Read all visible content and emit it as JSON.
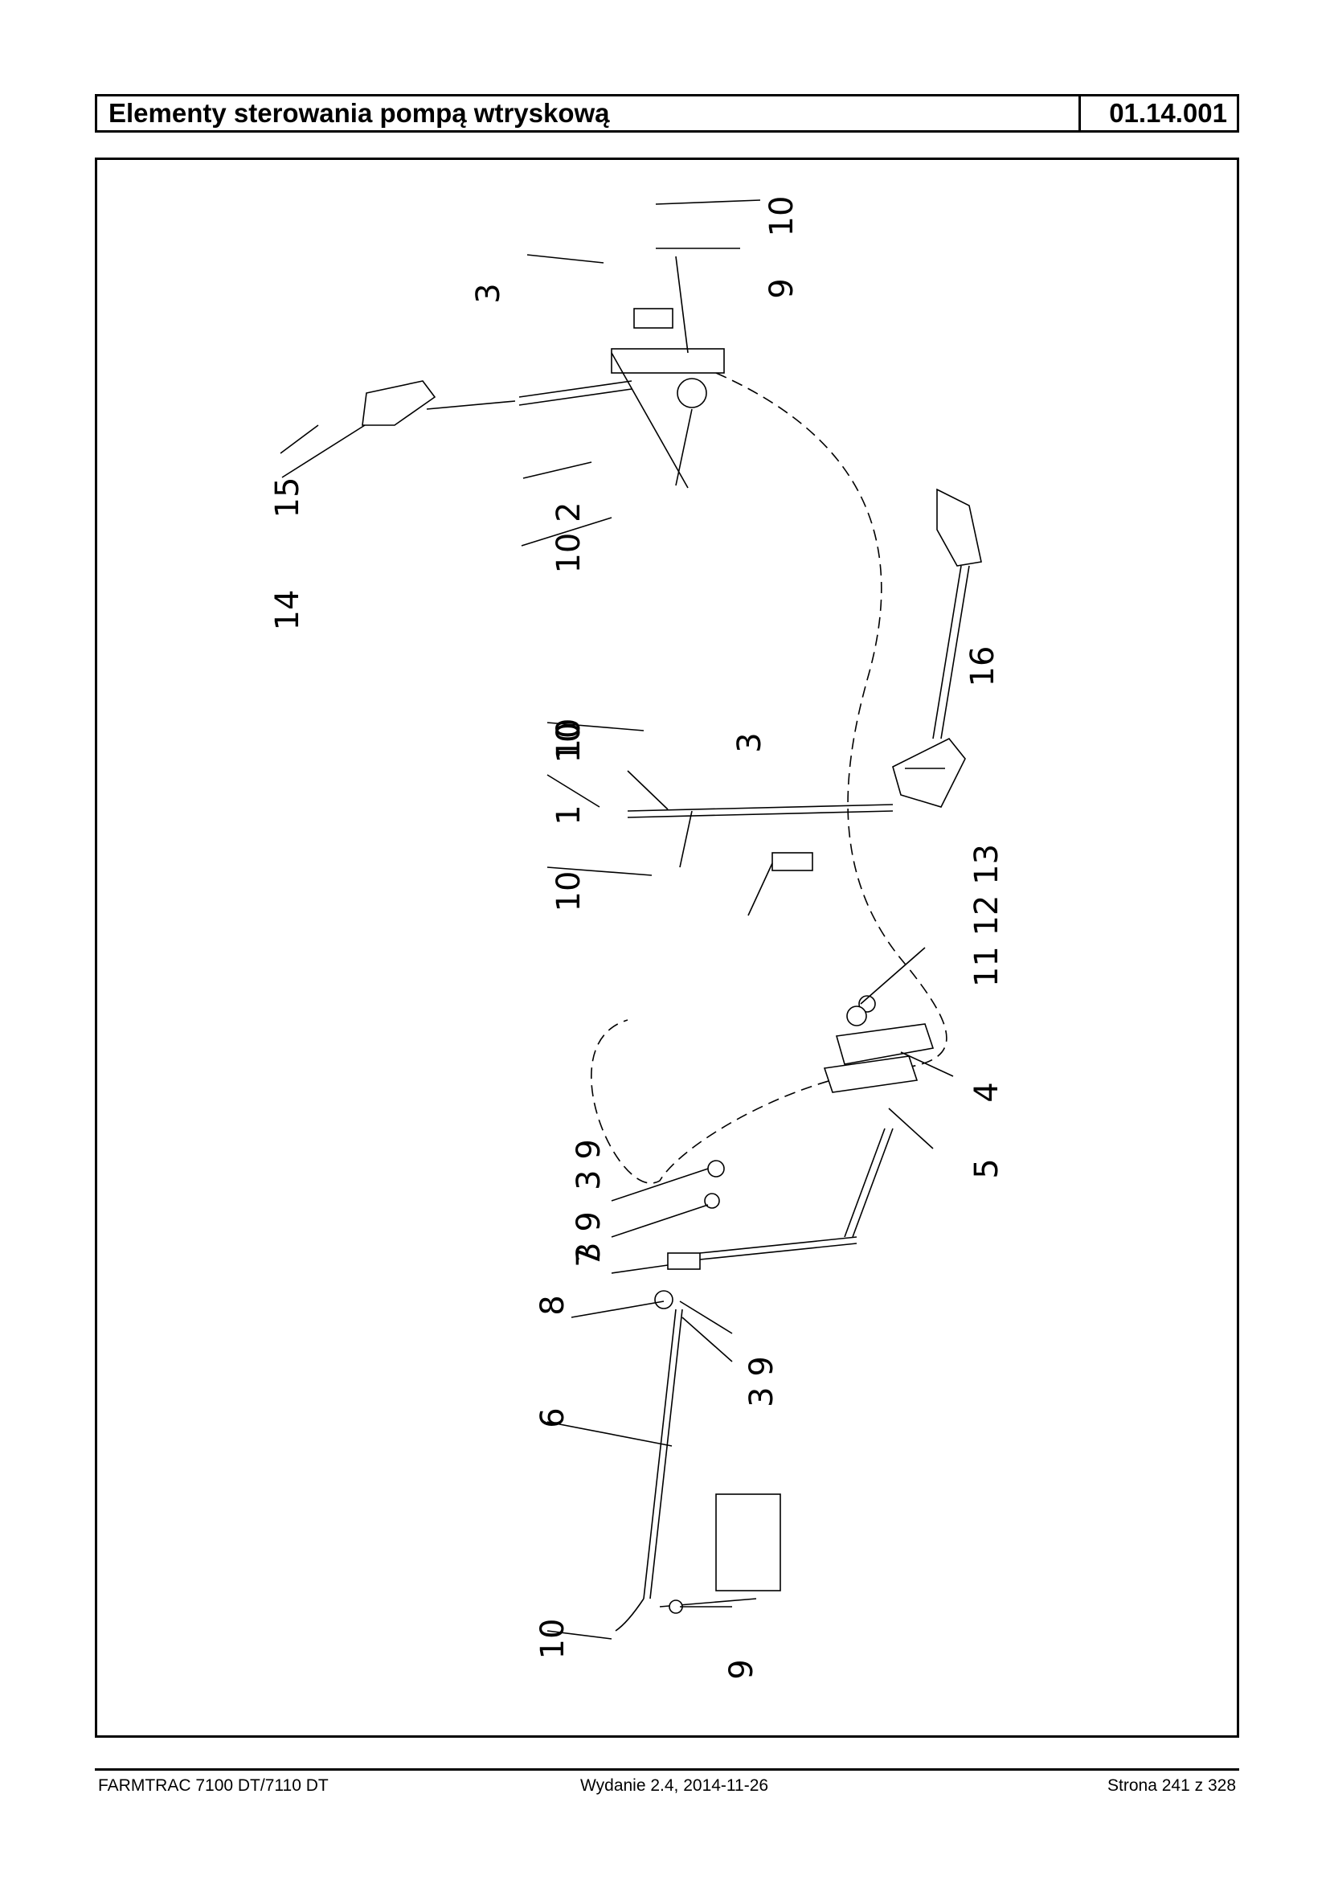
{
  "header": {
    "title": "Elementy sterowania pompą wtryskową",
    "code": "01.14.001"
  },
  "footer": {
    "model": "FARMTRAC 7100 DT/7110 DT",
    "edition": "Wydanie 2.4,  2014-11-26",
    "page": "Strona 241 z 328"
  },
  "diagram": {
    "callouts": [
      "10",
      "9",
      "3",
      "15",
      "14",
      "10 2",
      "10",
      "16",
      "10",
      "3",
      "1",
      "10",
      "11 12 13",
      "4",
      "5",
      "3 9",
      "3 9",
      "7",
      "8",
      "3 9",
      "6",
      "10",
      "9"
    ]
  }
}
